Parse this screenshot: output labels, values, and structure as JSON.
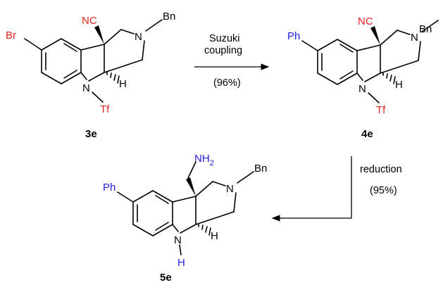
{
  "compounds": {
    "c3e": {
      "label": "3e",
      "substituent": "Br",
      "nitrile": "NC",
      "benzyl": "Bn",
      "ring_n": "N",
      "h": "H",
      "indoline_n": "N",
      "protecting_group": "Tf"
    },
    "c4e": {
      "label": "4e",
      "substituent": "Ph",
      "nitrile": "NC",
      "benzyl": "Bn",
      "ring_n": "N",
      "h": "H",
      "indoline_n": "N",
      "protecting_group": "Tf"
    },
    "c5e": {
      "label": "5e",
      "substituent": "Ph",
      "amine": "NH",
      "amine_sub": "2",
      "benzyl": "Bn",
      "ring_n": "N",
      "h": "H",
      "indoline_n": "N",
      "nh_h": "H"
    }
  },
  "reactions": {
    "step1": {
      "line1": "Suzuki",
      "line2": "coupling",
      "yield": "(96%)"
    },
    "step2": {
      "line1": "reduction",
      "yield": "(95%)"
    }
  },
  "colors": {
    "red": "#e8221c",
    "blue": "#1f1fe0",
    "black": "#000000"
  }
}
